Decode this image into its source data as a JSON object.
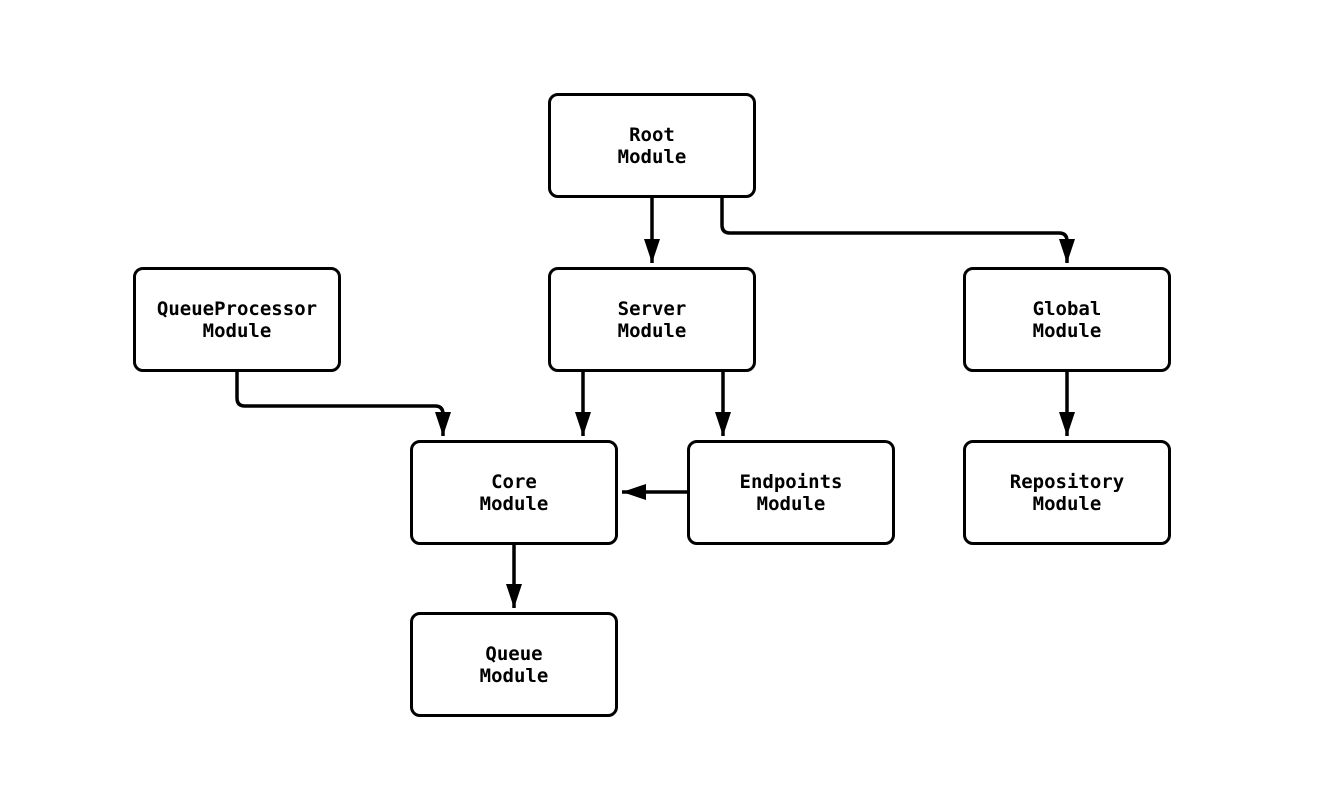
{
  "diagram": {
    "type": "module-dependency-flowchart",
    "colors": {
      "background": "#ffffff",
      "node_fill": "#ffffff",
      "node_border": "#000000",
      "edge_stroke": "#000000",
      "text": "#000000"
    },
    "nodes": [
      {
        "id": "root-module",
        "line1": "Root",
        "line2": "Module"
      },
      {
        "id": "queueprocessor-module",
        "line1": "QueueProcessor",
        "line2": "Module"
      },
      {
        "id": "server-module",
        "line1": "Server",
        "line2": "Module"
      },
      {
        "id": "global-module",
        "line1": "Global",
        "line2": "Module"
      },
      {
        "id": "core-module",
        "line1": "Core",
        "line2": "Module"
      },
      {
        "id": "endpoints-module",
        "line1": "Endpoints",
        "line2": "Module"
      },
      {
        "id": "repository-module",
        "line1": "Repository",
        "line2": "Module"
      },
      {
        "id": "queue-module",
        "line1": "Queue",
        "line2": "Module"
      }
    ],
    "edges": [
      {
        "from": "Root Module",
        "to": "Server Module"
      },
      {
        "from": "Root Module",
        "to": "Global Module"
      },
      {
        "from": "QueueProcessor Module",
        "to": "Core Module"
      },
      {
        "from": "Server Module",
        "to": "Core Module"
      },
      {
        "from": "Server Module",
        "to": "Endpoints Module"
      },
      {
        "from": "Endpoints Module",
        "to": "Core Module"
      },
      {
        "from": "Global Module",
        "to": "Repository Module"
      },
      {
        "from": "Core Module",
        "to": "Queue Module"
      }
    ]
  }
}
